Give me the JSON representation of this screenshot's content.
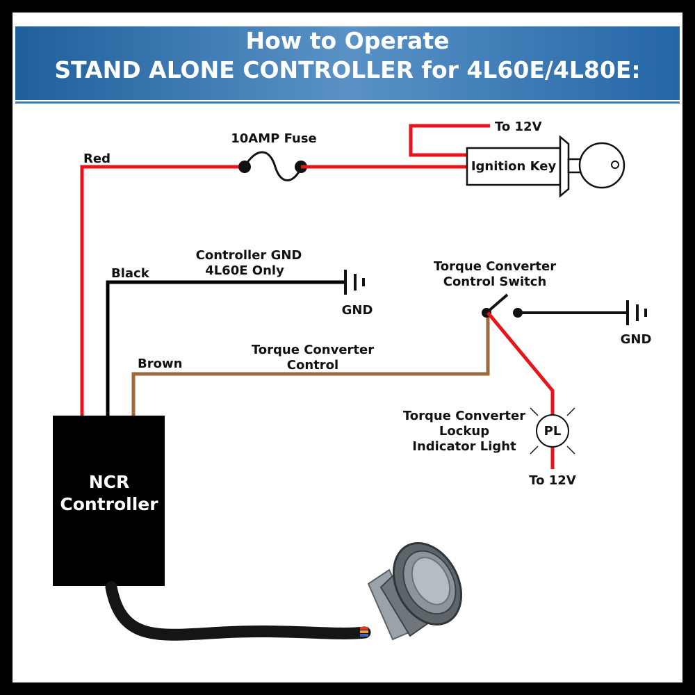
{
  "title": {
    "line1": "How to Operate",
    "line2": "STAND ALONE CONTROLLER for 4L60E/4L80E:"
  },
  "labels": {
    "red_wire": "Red",
    "fuse": "10AMP Fuse",
    "to_12v_ignition": "To 12V",
    "ignition_key": "Ignition Key",
    "black_wire": "Black",
    "controller_gnd_line1": "Controller GND",
    "controller_gnd_line2": "4L60E Only",
    "gnd_left": "GND",
    "tc_switch_line1": "Torque Converter",
    "tc_switch_line2": "Control Switch",
    "gnd_right": "GND",
    "brown_wire": "Brown",
    "tc_control_line1": "Torque Converter",
    "tc_control_line2": "Control",
    "lockup_line1": "Torque Converter",
    "lockup_line2": "Lockup",
    "lockup_line3": "Indicator Light",
    "pl": "PL",
    "to_12v_light": "To 12V",
    "controller_line1": "NCR",
    "controller_line2": "Controller"
  },
  "colors": {
    "banner": "#2a6aa8",
    "red_wire": "#e8141c",
    "black_wire": "#000000",
    "brown_wire": "#9b6a3f"
  }
}
